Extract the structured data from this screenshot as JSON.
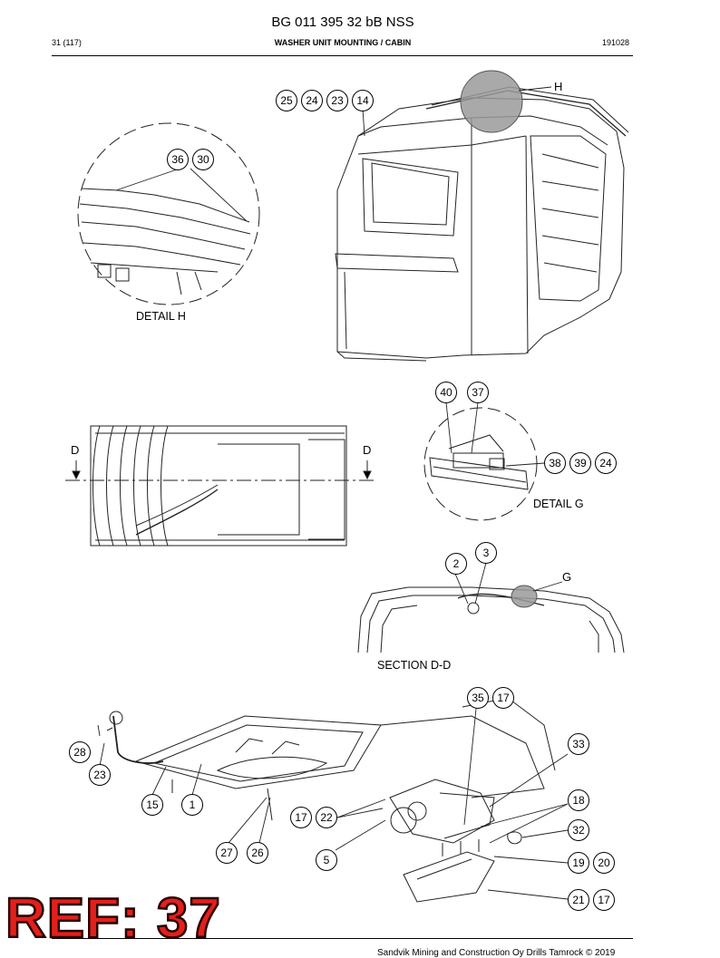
{
  "header": {
    "title": "BG 011 395 32 bB NSS",
    "page": "31 (117)",
    "section": "WASHER UNIT MOUNTING / CABIN",
    "date": "191028"
  },
  "captions": {
    "detail_h": "DETAIL H",
    "detail_g": "DETAIL G",
    "section_dd": "SECTION D-D"
  },
  "view_labels": {
    "h": "H",
    "d_left": "D",
    "d_right": "D",
    "g": "G"
  },
  "callouts": {
    "c25": "25",
    "c24a": "24",
    "c23a": "23",
    "c14": "14",
    "c36": "36",
    "c30": "30",
    "c40": "40",
    "c37": "37",
    "c38": "38",
    "c39": "39",
    "c24b": "24",
    "c2": "2",
    "c3": "3",
    "c35": "35",
    "c17a": "17",
    "c28": "28",
    "c23b": "23",
    "c33": "33",
    "c15": "15",
    "c1": "1",
    "c18": "18",
    "c17b": "17",
    "c22": "22",
    "c32": "32",
    "c27": "27",
    "c26": "26",
    "c5": "5",
    "c19": "19",
    "c20": "20",
    "c21": "21",
    "c17c": "17"
  },
  "stamp": "REF: 37",
  "footer": "Sandvik Mining and Construction Oy Drills Tamrock © 2019",
  "colors": {
    "stamp_red": "#e3201b",
    "highlight": "#9a9a9a"
  }
}
